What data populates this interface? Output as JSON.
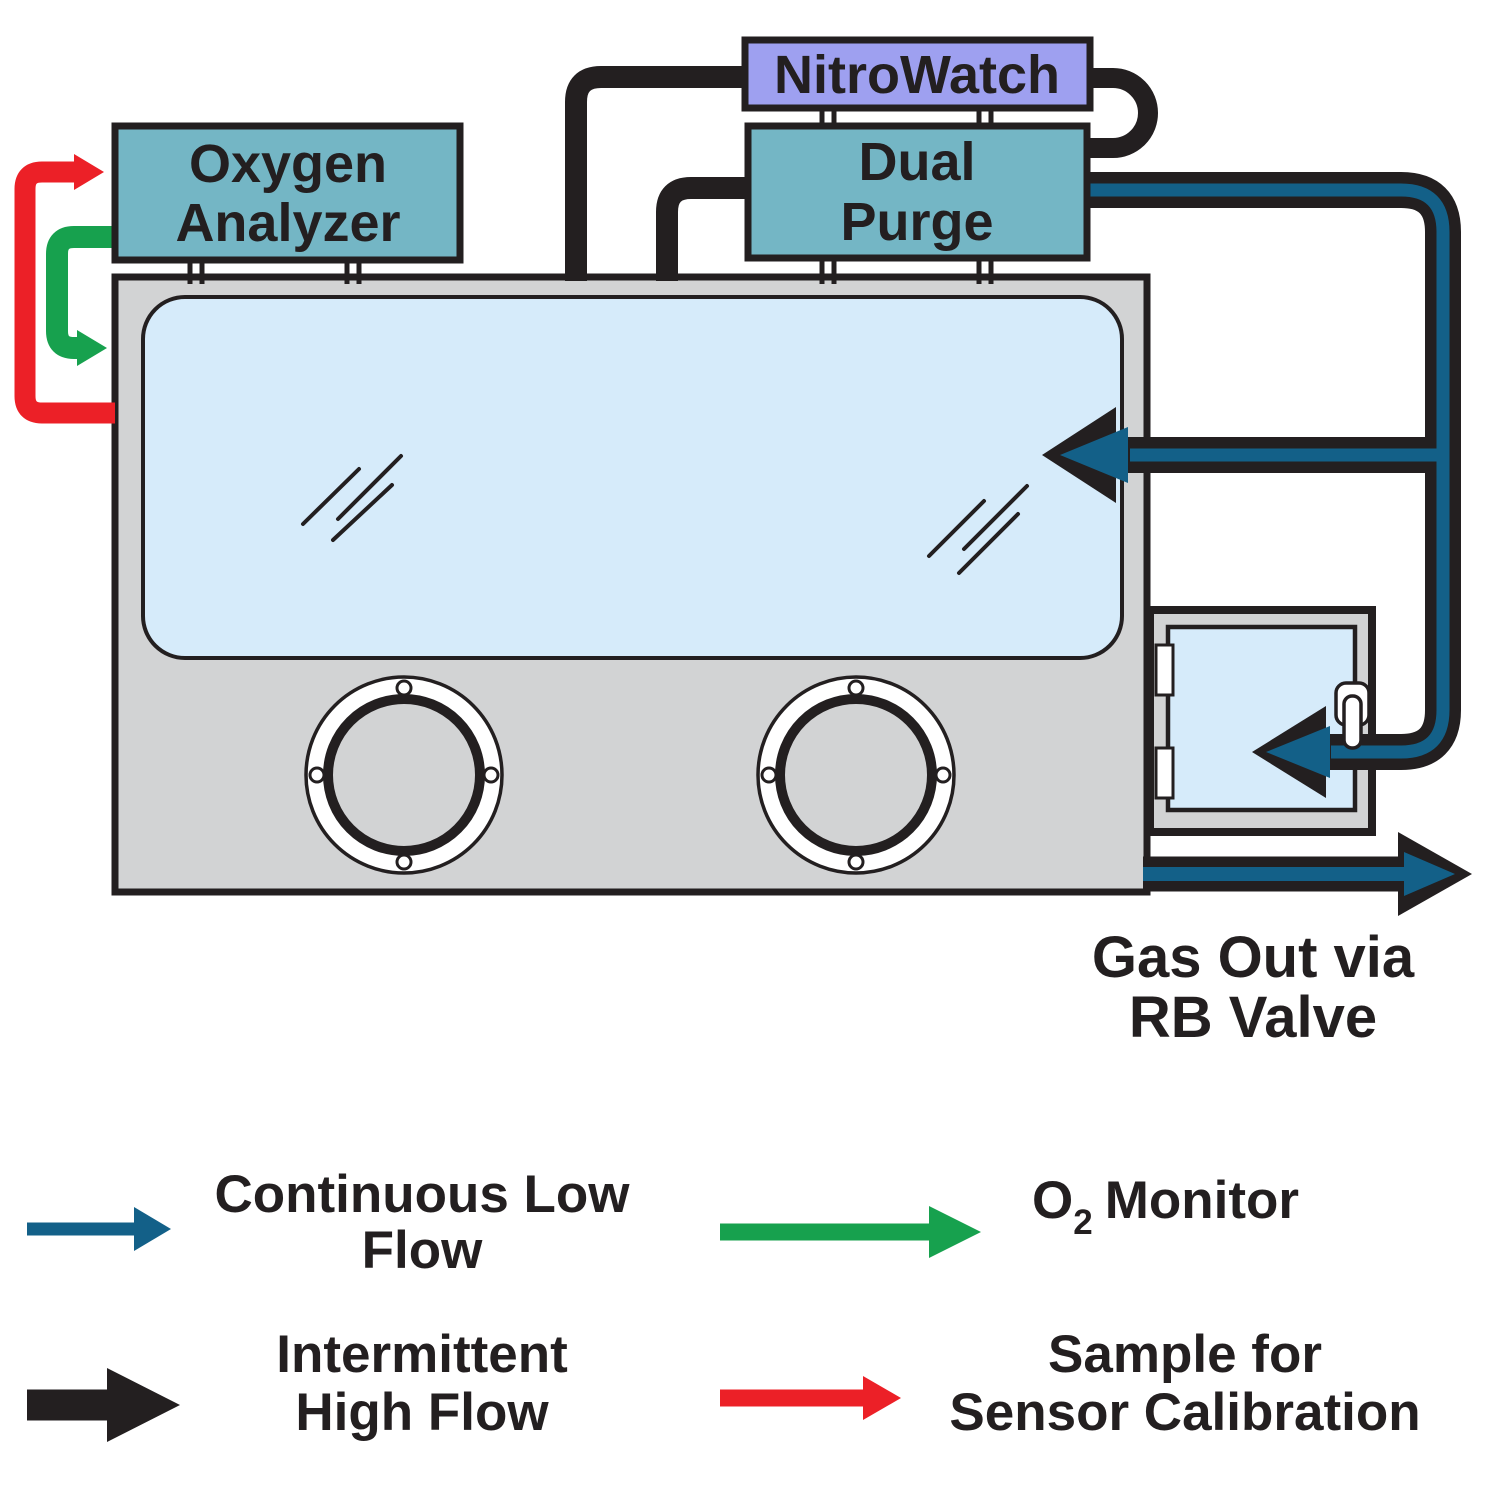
{
  "title_boxes": {
    "nitrowatch": "NitroWatch",
    "dual_purge": [
      "Dual",
      "Purge"
    ],
    "oxygen_analyzer": [
      "Oxygen",
      "Analyzer"
    ]
  },
  "annotations": {
    "gas_out": [
      "Gas Out via",
      "RB Valve"
    ]
  },
  "legend": {
    "continuous": {
      "line1": "Continuous Low",
      "line2": "Flow",
      "color": "#136088"
    },
    "o2": {
      "symbol": "O",
      "subscript": "2",
      "label": "Monitor",
      "color": "#17A14E"
    },
    "intermittent": {
      "line1": "Intermittent",
      "line2": "High Flow",
      "color": "#231F20"
    },
    "sample": {
      "line1": "Sample for",
      "line2": "Sensor Calibration",
      "color": "#EC2027"
    }
  },
  "colors": {
    "ink": "#231F20",
    "pipe_low_flow_teal": "#136088",
    "o2_monitor_green": "#17A14E",
    "sample_red": "#EC2027",
    "equipment_teal_box": "#74B6C5",
    "nitrowatch_purple": "#9EA0F0",
    "glovebox_gray": "#D2D3D4",
    "glass_blue": "#D6EBFA",
    "port_white": "#FFFFFF"
  }
}
